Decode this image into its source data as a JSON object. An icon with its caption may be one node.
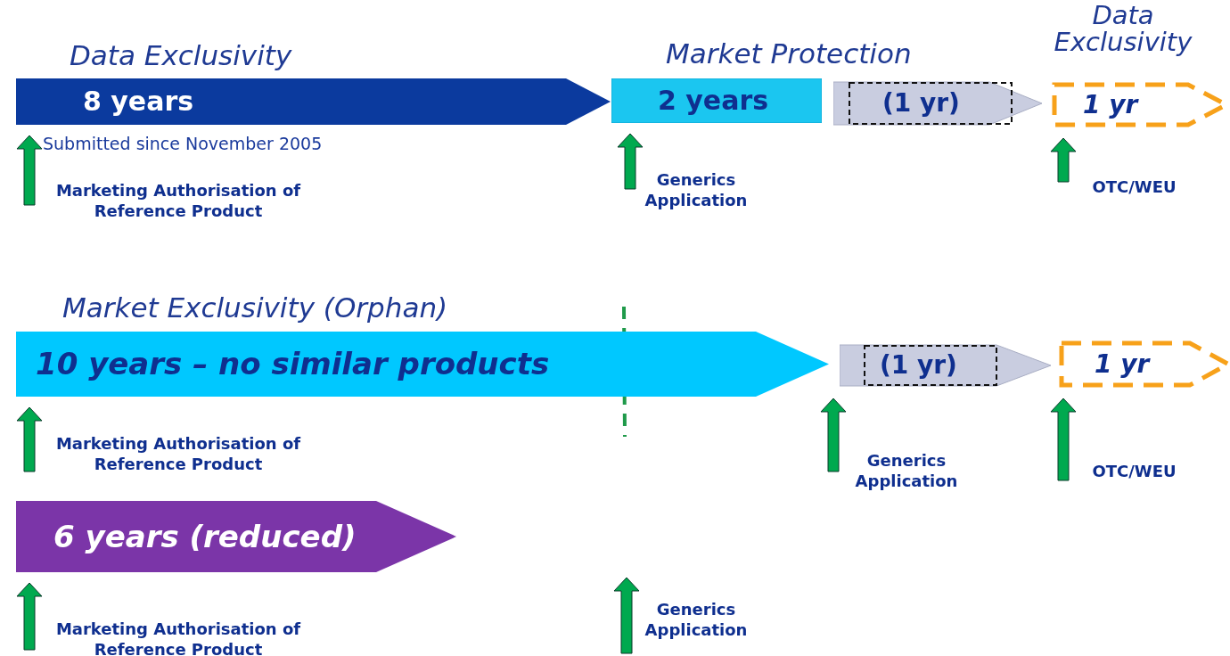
{
  "diagram": {
    "nodes": [
      {
        "text": [
          "8 years"
        ]
      },
      {
        "text": [
          "2 years"
        ]
      },
      {
        "text": [
          "(1 yr)"
        ]
      },
      {
        "text": [
          "1 yr"
        ]
      },
      {
        "text": [
          "10 years – no similar products"
        ]
      },
      {
        "text": [
          "(1 yr)"
        ]
      },
      {
        "text": [
          "1 yr"
        ]
      },
      {
        "text": [
          "6 years (reduced)"
        ]
      },
      {
        "text": [
          "Marketing Authorisation of Reference Product"
        ]
      },
      {
        "text": [
          "Generics Application"
        ]
      },
      {
        "text": [
          "OTC/WEU"
        ]
      },
      {
        "text": [
          "Marketing Authorisation of Reference Product"
        ]
      },
      {
        "text": [
          "Generics Application"
        ]
      },
      {
        "text": [
          "OTC/WEU"
        ]
      },
      {
        "text": [
          "Marketing Authorisation of Reference Product"
        ]
      },
      {
        "text": [
          "Generics Application"
        ]
      }
    ],
    "edges": [
      {
        "from": 8,
        "to": 0,
        "arrow": "to"
      },
      {
        "from": 9,
        "to": 1,
        "arrow": "to"
      },
      {
        "from": 10,
        "to": 3,
        "arrow": "to"
      },
      {
        "from": 11,
        "to": 4,
        "arrow": "to"
      },
      {
        "from": 12,
        "to": 5,
        "arrow": "to"
      },
      {
        "from": 13,
        "to": 6,
        "arrow": "to"
      },
      {
        "from": 14,
        "to": 7,
        "arrow": "to"
      },
      {
        "from": 15,
        "to": null,
        "arrow": "to"
      }
    ],
    "labels": [
      "Data Exclusivity",
      "Market Protection",
      "Data Exclusivity",
      "Submitted since November 2005",
      "Market Exclusivity (Orphan)"
    ]
  }
}
